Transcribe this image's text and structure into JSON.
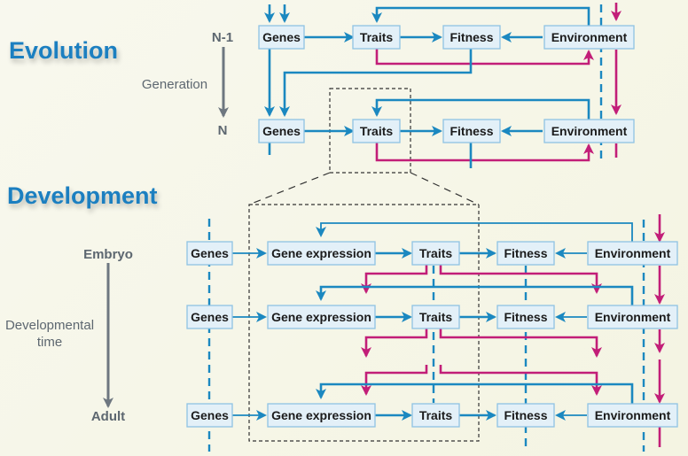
{
  "sections": {
    "evolution_title": "Evolution",
    "development_title": "Development"
  },
  "evolution_axis": {
    "start_label": "N-1",
    "end_label": "N",
    "axis_label": "Generation"
  },
  "development_axis": {
    "start_label": "Embryo",
    "end_label": "Adult",
    "axis_label_line1": "Developmental",
    "axis_label_line2": "time"
  },
  "evolution_rows": [
    {
      "nodes": [
        "Genes",
        "Traits",
        "Fitness",
        "Environment"
      ]
    },
    {
      "nodes": [
        "Genes",
        "Traits",
        "Fitness",
        "Environment"
      ]
    }
  ],
  "development_rows": [
    {
      "nodes": [
        "Genes",
        "Gene expression",
        "Traits",
        "Fitness",
        "Environment"
      ]
    },
    {
      "nodes": [
        "Genes",
        "Gene expression",
        "Traits",
        "Fitness",
        "Environment"
      ]
    },
    {
      "nodes": [
        "Genes",
        "Gene expression",
        "Traits",
        "Fitness",
        "Environment"
      ]
    }
  ],
  "colors": {
    "title": "#1a7fc0",
    "flow_blue": "#1b88c0",
    "feedback_magenta": "#c21e78",
    "box_fill": "#e3f0f8",
    "box_border": "#8fc3e3",
    "axis_gray": "#6e7780",
    "background": "#f6f6e6"
  }
}
